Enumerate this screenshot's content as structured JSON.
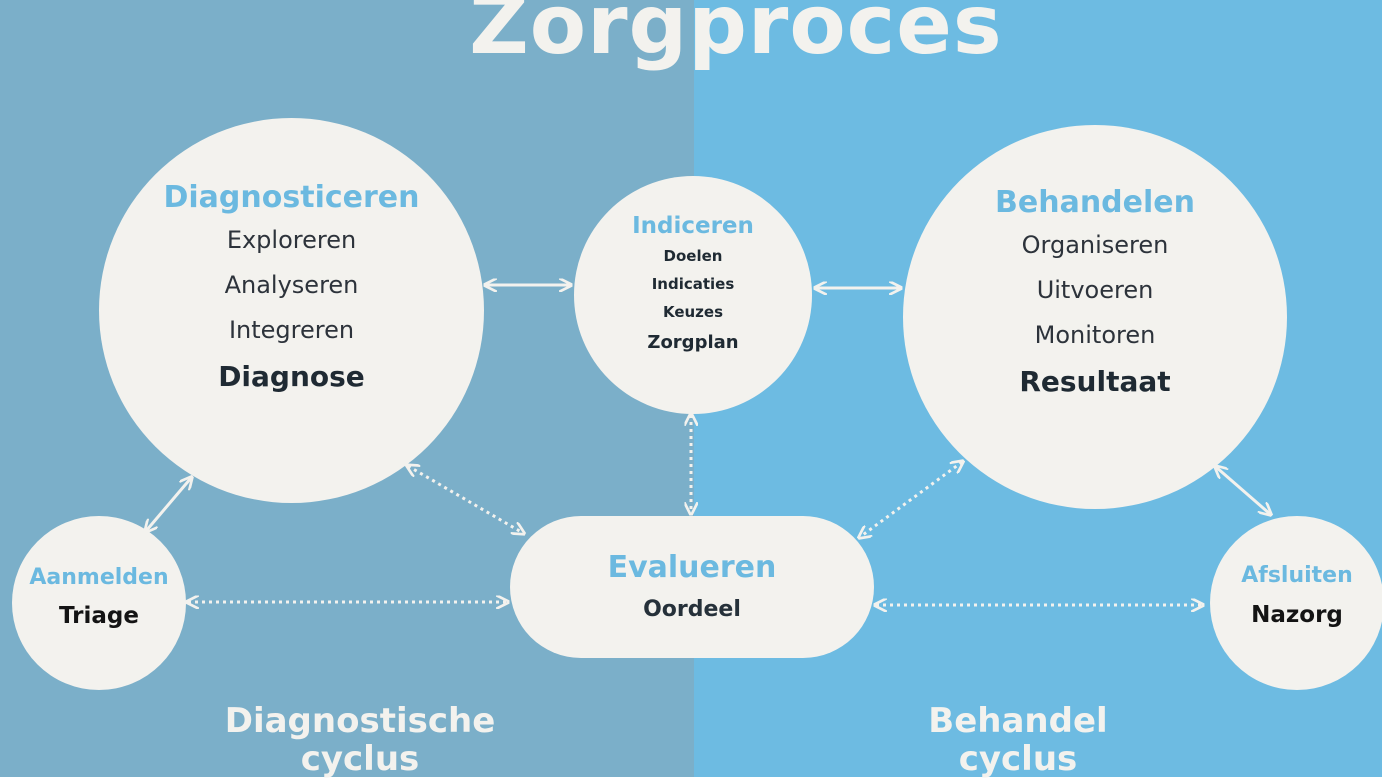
{
  "title": "Zorgproces",
  "colors": {
    "left_background": "#7bafc9",
    "right_background": "#6dbbe2",
    "node_fill": "#f3f2ee",
    "heading_blue": "#6bb9e0",
    "connector": "#f3f2ee"
  },
  "nodes": {
    "diagnosticeren": {
      "heading": "Diagnosticeren",
      "items": [
        "Exploreren",
        "Analyseren",
        "Integreren"
      ],
      "result": "Diagnose"
    },
    "indiceren": {
      "heading": "Indiceren",
      "items": [
        "Doelen",
        "Indicaties",
        "Keuzes"
      ],
      "result": "Zorgplan"
    },
    "behandelen": {
      "heading": "Behandelen",
      "items": [
        "Organiseren",
        "Uitvoeren",
        "Monitoren"
      ],
      "result": "Resultaat"
    },
    "aanmelden": {
      "heading": "Aanmelden",
      "result": "Triage"
    },
    "evalueren": {
      "heading": "Evalueren",
      "result": "Oordeel"
    },
    "afsluiten": {
      "heading": "Afsluiten",
      "result": "Nazorg"
    }
  },
  "cycles": {
    "diagnostic": [
      "Diagnostische",
      "cyclus"
    ],
    "treatment": [
      "Behandel",
      "cyclus"
    ]
  }
}
